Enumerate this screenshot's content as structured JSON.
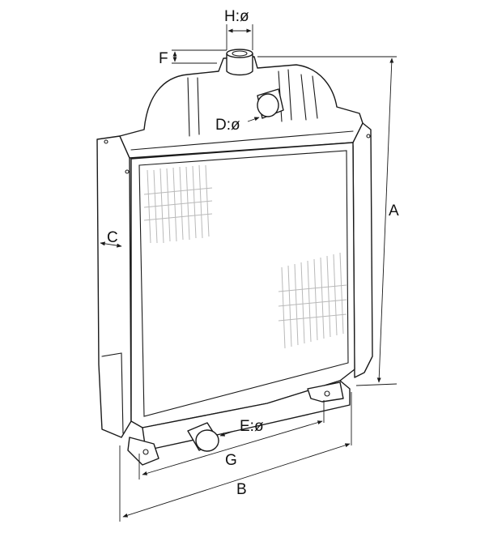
{
  "labels": {
    "H": "H:ø",
    "F": "F",
    "D": "D:ø",
    "A": "A",
    "C": "C",
    "E": "E:ø",
    "G": "G",
    "B": "B"
  },
  "colors": {
    "line": "#1a1a1a",
    "hatch": "#b9b9b9",
    "background": "#ffffff"
  }
}
